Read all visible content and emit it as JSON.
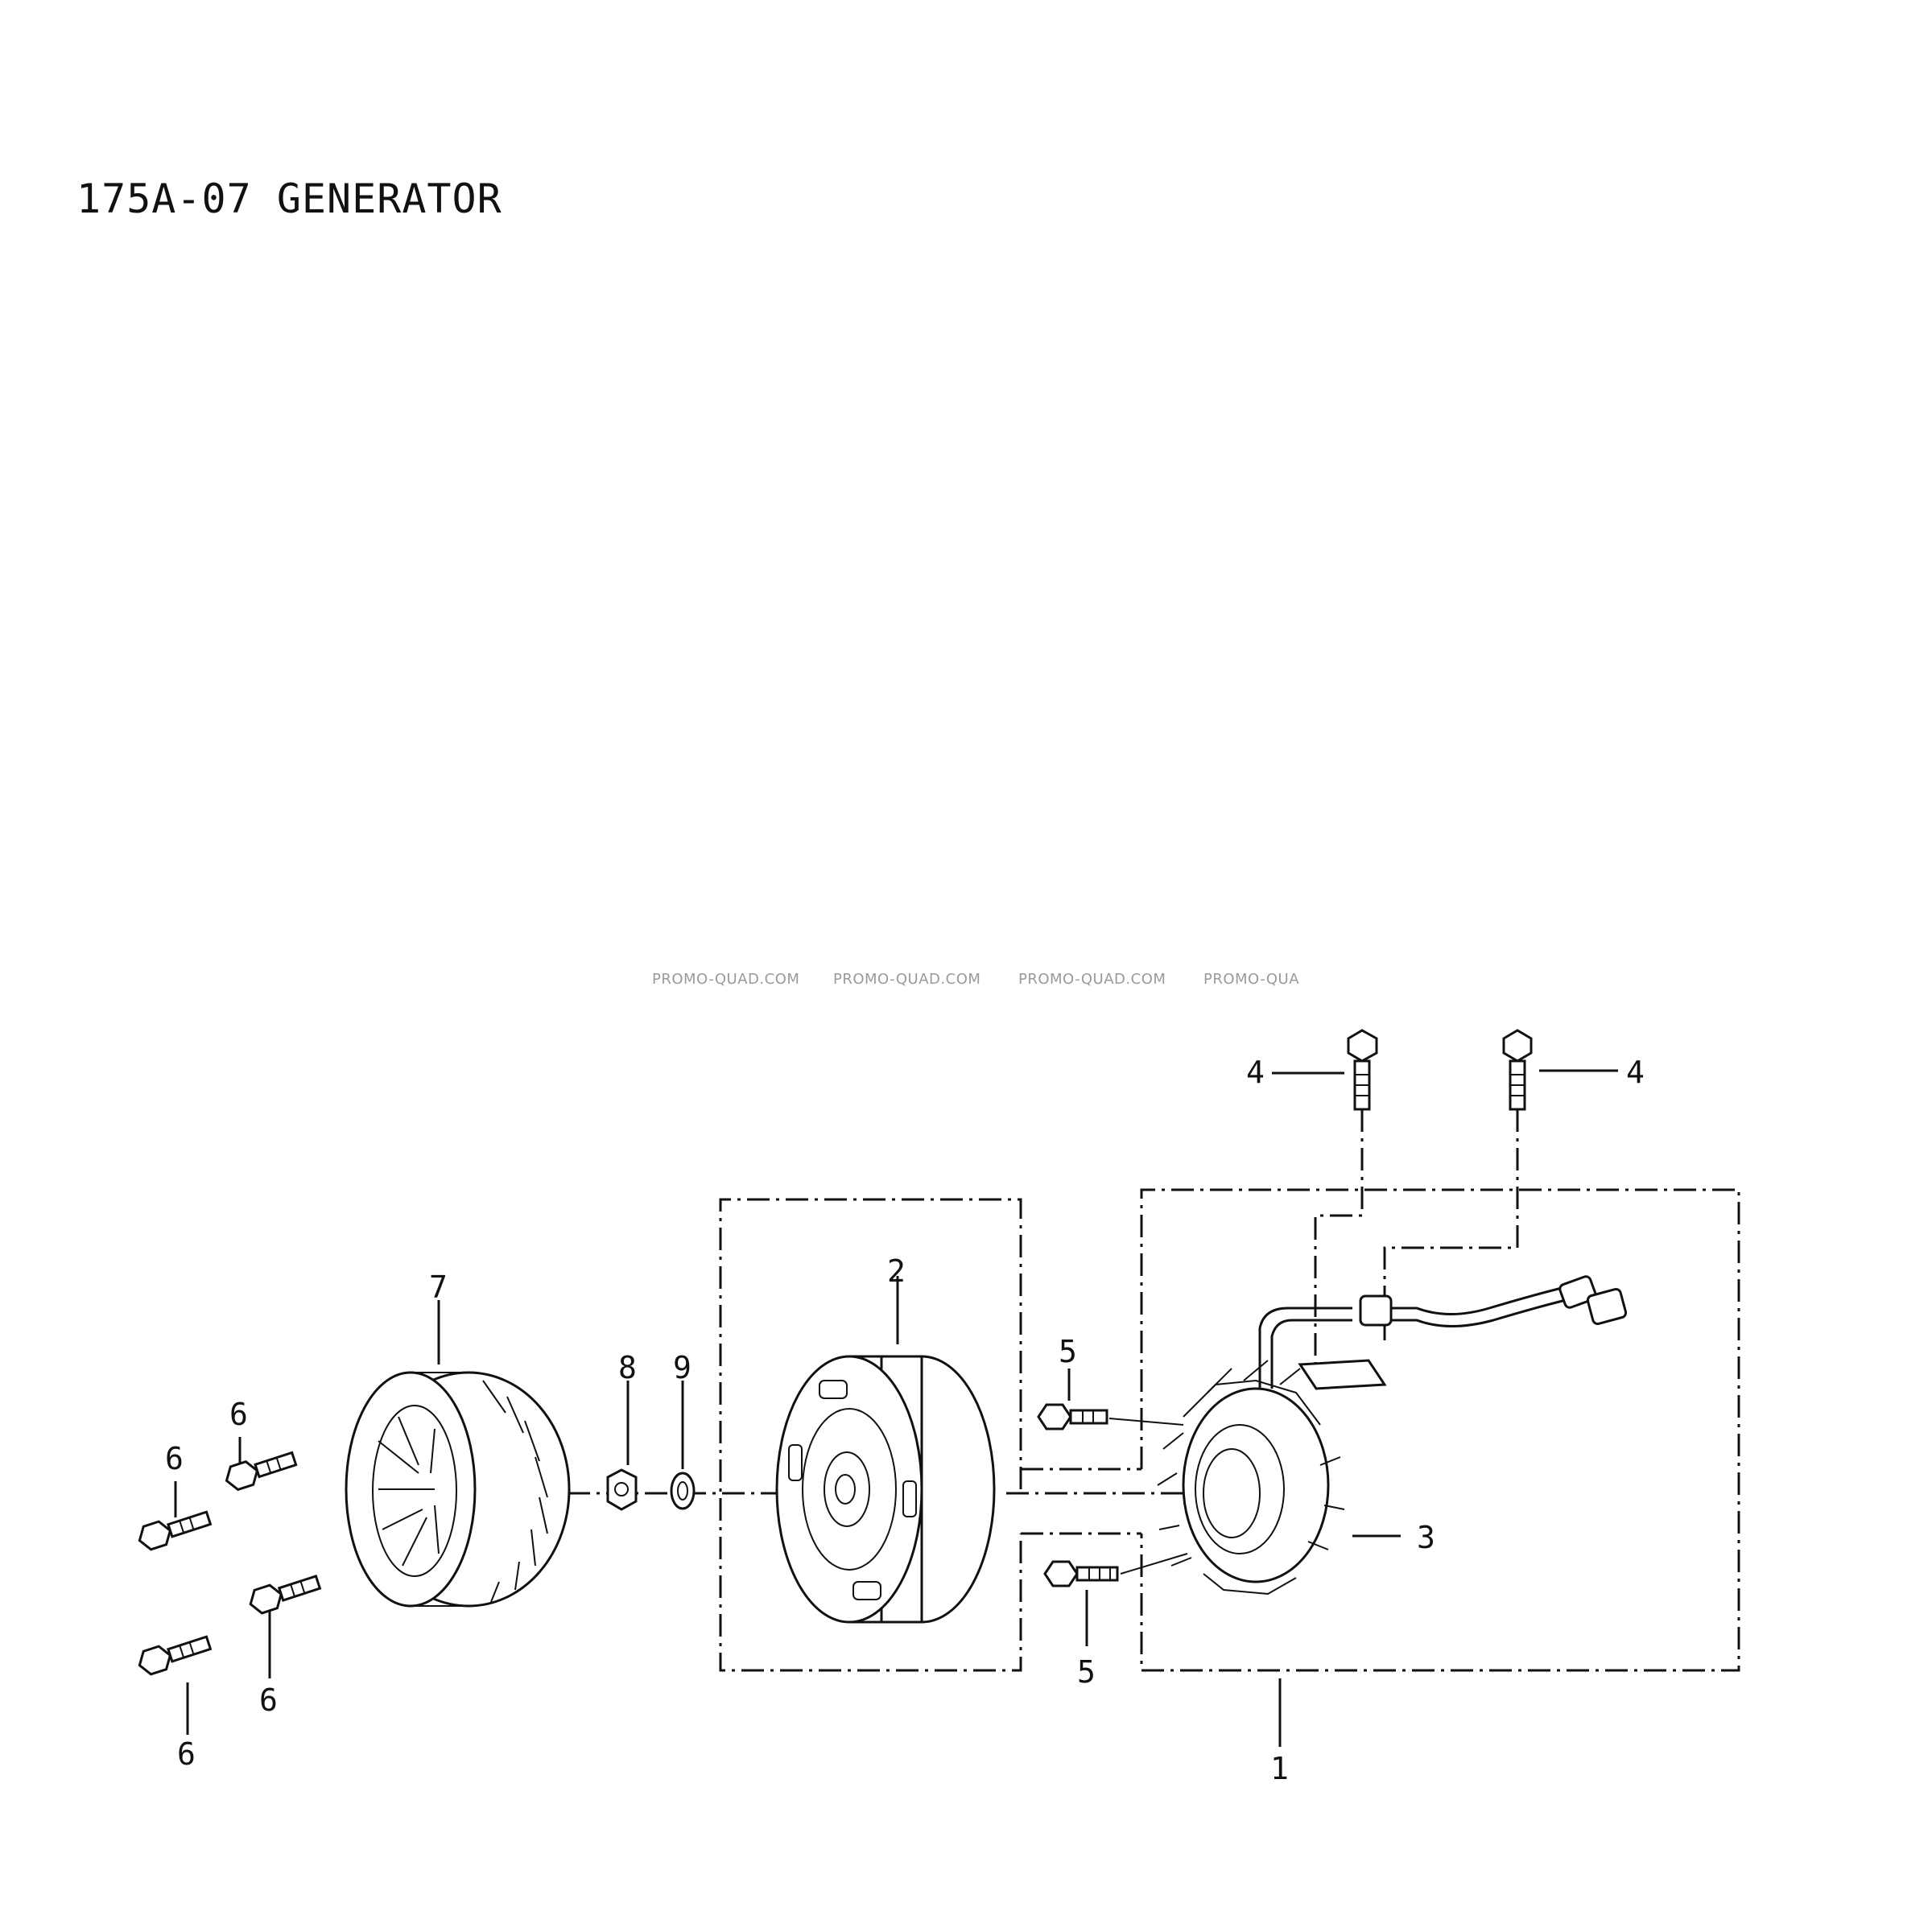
{
  "title": "175A-07 GENERATOR",
  "watermark": [
    "PROMO-QUAD.COM",
    "PROMO-QUAD.COM",
    "PROMO-QUAD.COM",
    "PROMO-QUA"
  ],
  "callouts": {
    "c1": "1",
    "c2": "2",
    "c3": "3",
    "c4a": "4",
    "c4b": "4",
    "c5a": "5",
    "c5b": "5",
    "c6a": "6",
    "c6b": "6",
    "c6c": "6",
    "c6d": "6",
    "c7": "7",
    "c8": "8",
    "c9": "9"
  }
}
